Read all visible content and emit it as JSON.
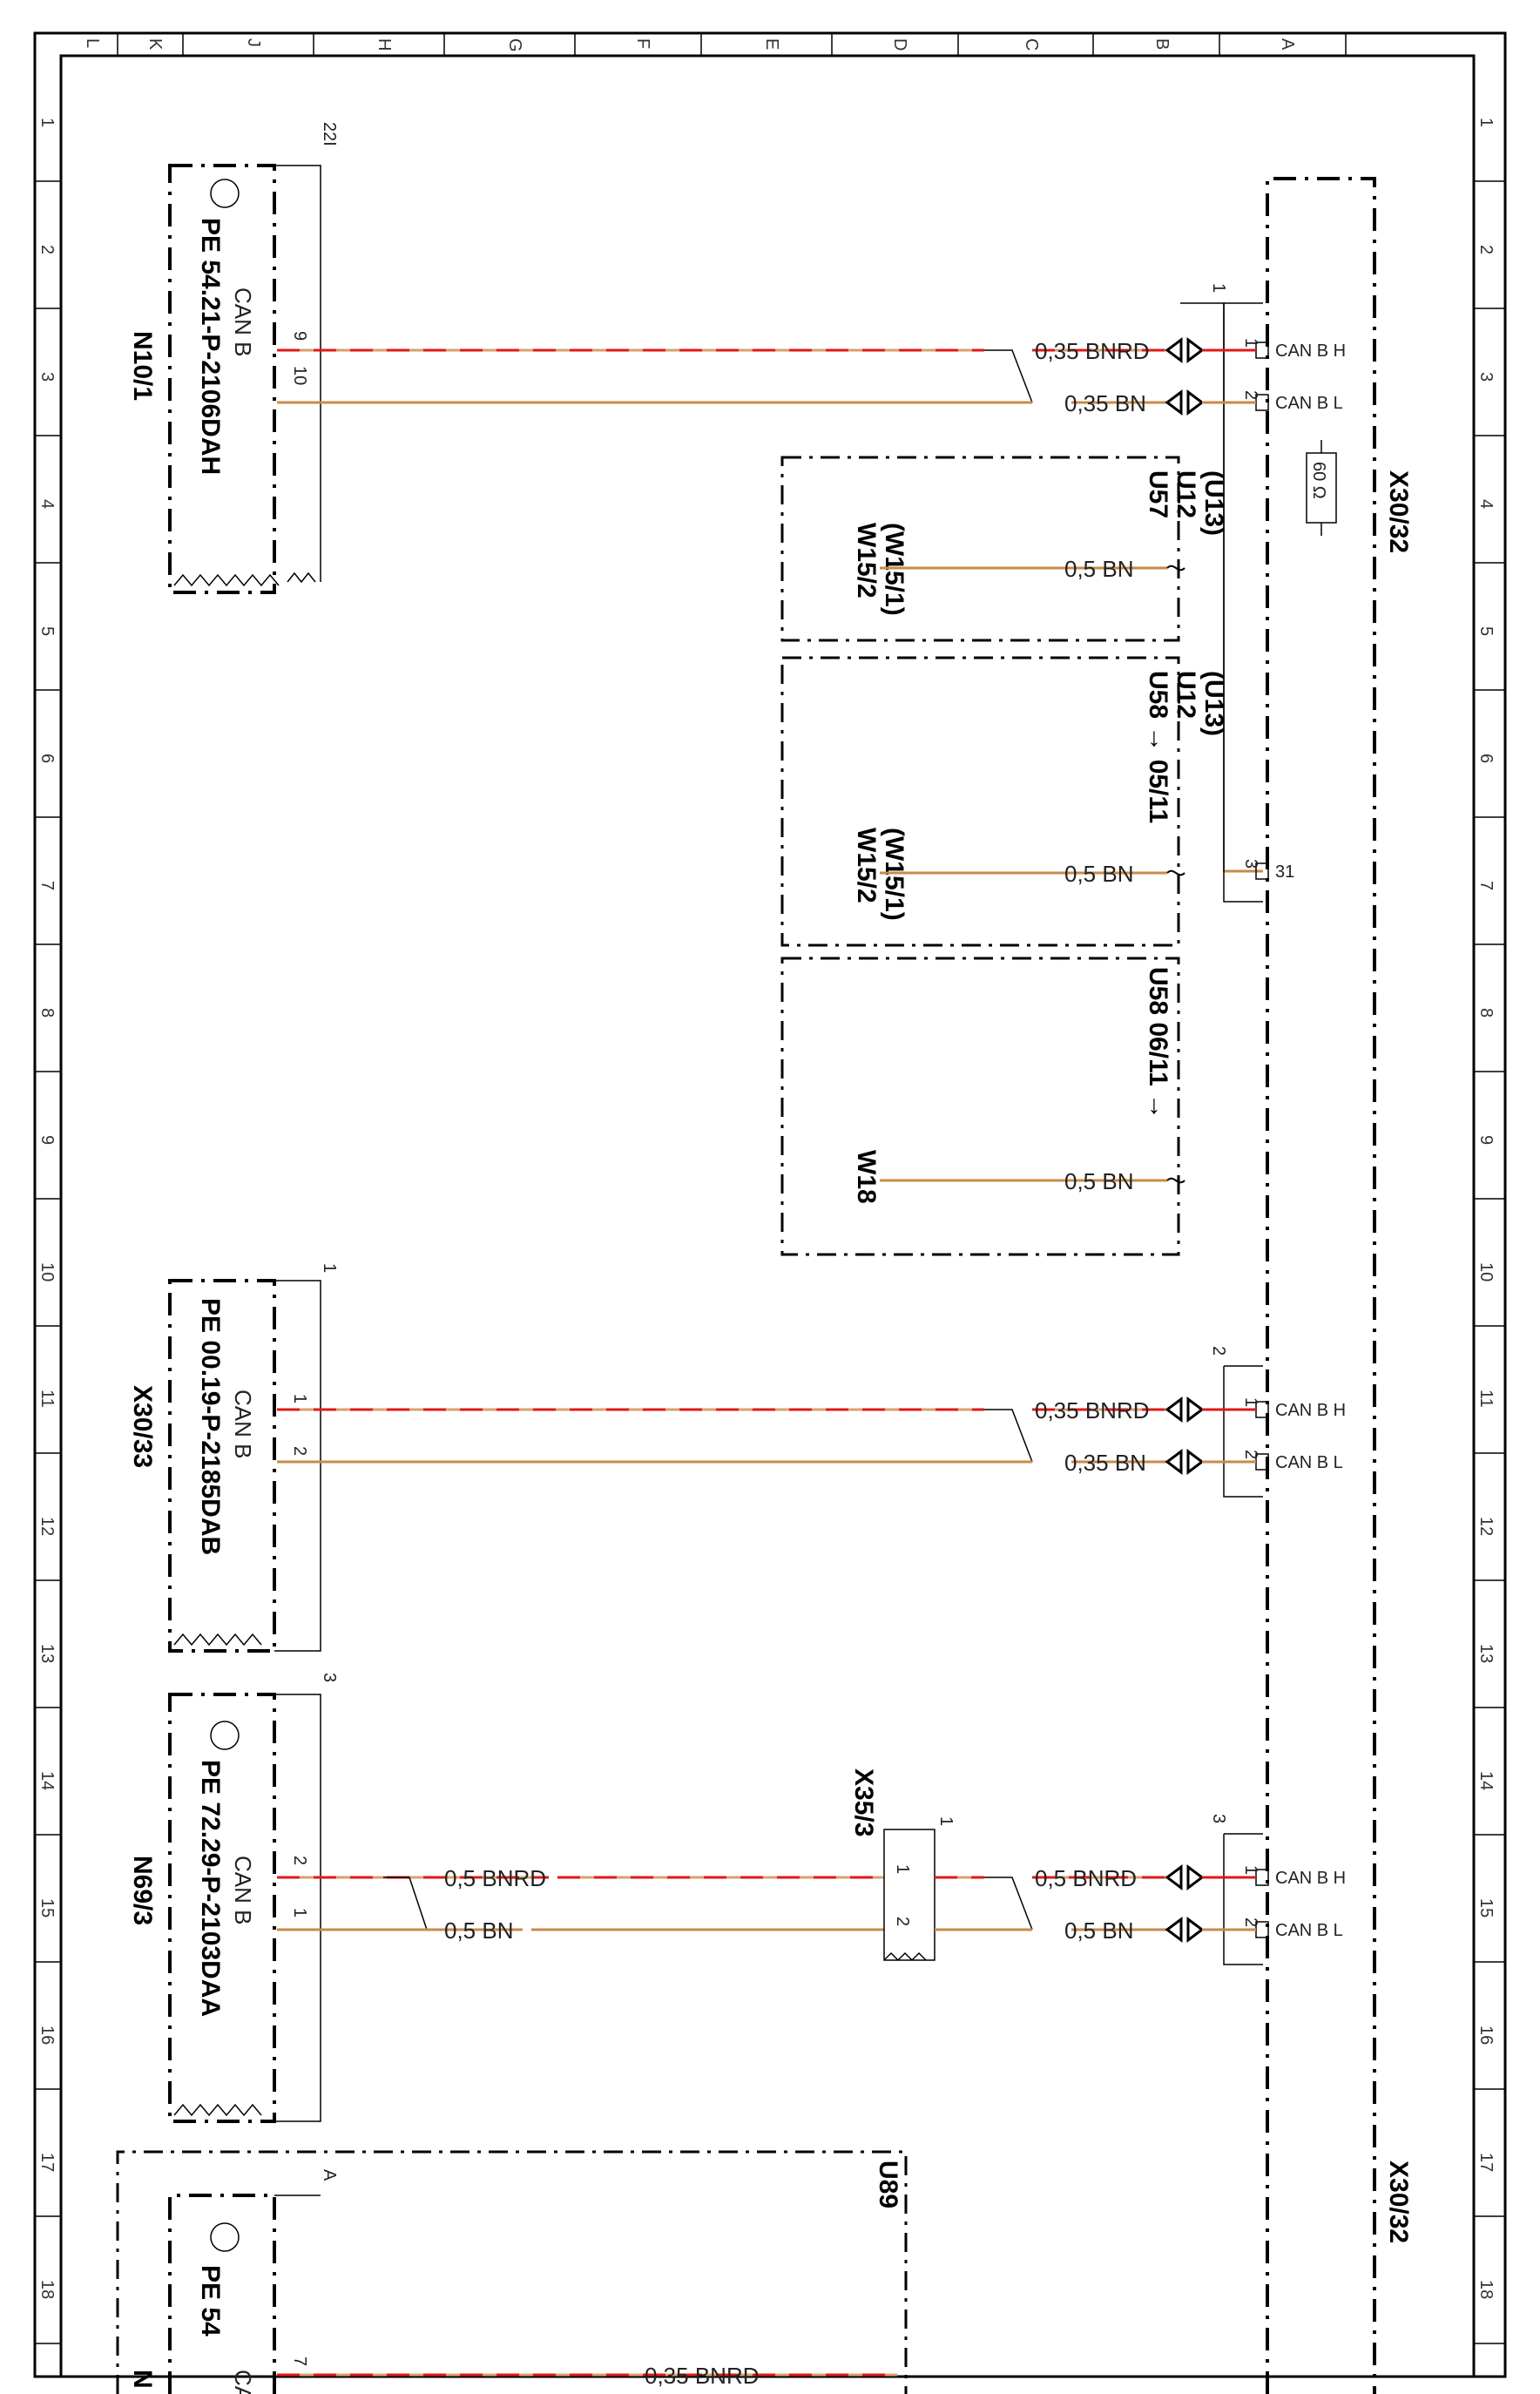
{
  "grid_letters": [
    "L",
    "K",
    "J",
    "H",
    "G",
    "F",
    "E",
    "D",
    "C",
    "B",
    "A"
  ],
  "grid_numbers": [
    "1",
    "2",
    "3",
    "4",
    "5",
    "6",
    "7",
    "8",
    "9",
    "10",
    "11",
    "12",
    "13",
    "14",
    "15",
    "16",
    "17",
    "18"
  ],
  "modules": [
    {
      "id": "N10/1",
      "doc": "PE 54.21-P-2106DAH",
      "bus": "CAN B",
      "ref": "22I",
      "pins": [
        "9",
        "10"
      ]
    },
    {
      "id": "X30/33",
      "doc": "PE 00.19-P-2185DAB",
      "bus": "CAN B",
      "ref": "1",
      "pins": [
        "1",
        "2"
      ]
    },
    {
      "id": "N69/3",
      "doc": "PE 72.29-P-2103DAA",
      "bus": "CAN B",
      "ref": "3",
      "pins": [
        "2",
        "1"
      ]
    },
    {
      "id": "N",
      "doc": "PE 54",
      "bus": "CA",
      "ref": "A",
      "pins": [
        "7"
      ]
    }
  ],
  "wires": {
    "w1": "0,35 BNRD",
    "w2": "0,35 BN",
    "w3": "0,5 BN",
    "w4": "0,5 BN",
    "w5": "0,5 BN",
    "w6": "0,35 BNRD",
    "w7": "0,35 BN",
    "w8": "0,5 BNRD",
    "w9": "0,5 BN",
    "w10": "0,5 BNRD",
    "w11": "0,5 BN",
    "w12": "0,35 BNRD"
  },
  "connector": {
    "name": "X30/32",
    "name2": "X30/32",
    "resistor": "60 Ω",
    "pins": [
      {
        "n": "1",
        "sig": "CAN B H"
      },
      {
        "n": "2",
        "sig": "CAN B L"
      },
      {
        "n": "3",
        "sig": "31"
      },
      {
        "n": "1",
        "sig": "CAN B H"
      },
      {
        "n": "2",
        "sig": "CAN B L"
      },
      {
        "n": "1",
        "sig": "CAN B H"
      },
      {
        "n": "2",
        "sig": "CAN B L"
      }
    ],
    "groups": [
      "1",
      "2",
      "3"
    ]
  },
  "options": [
    {
      "codes": "U57\nU12\n(U13)",
      "target": "W15/2\n(W15/1)"
    },
    {
      "codes": "U58 → 05/11\nU12\n(U13)",
      "target": "W15/2\n(W15/1)"
    },
    {
      "codes": "U58  06/11 →",
      "target": "W18"
    }
  ],
  "inline_connector": {
    "name": "X35/3",
    "ref": "1",
    "pins": [
      "1",
      "2"
    ]
  },
  "u89": "U89",
  "colors": {
    "red": "#e01818",
    "brown": "#c98a4a"
  }
}
